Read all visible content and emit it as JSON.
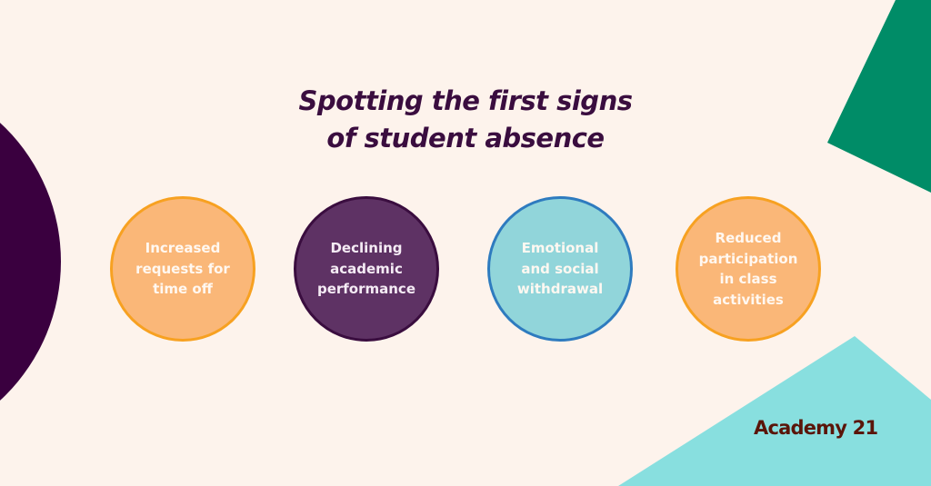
{
  "title": {
    "line1": "Spotting the first signs",
    "line2": "of student absence"
  },
  "signs": [
    {
      "lines": [
        "Increased",
        "requests for",
        "time off"
      ],
      "style": "orange"
    },
    {
      "lines": [
        "Declining",
        "academic",
        "performance"
      ],
      "style": "purple"
    },
    {
      "lines": [
        "Emotional",
        "and social",
        "withdrawal"
      ],
      "style": "teal"
    },
    {
      "lines": [
        "Reduced",
        "participation",
        "in class",
        "activities"
      ],
      "style": "orange"
    }
  ],
  "logo": {
    "text": "Academy 21"
  },
  "colors": {
    "background": "#fdf3ec",
    "title": "#3a0d3f",
    "orange_fill": "#fab778",
    "orange_border": "#f7a121",
    "purple_fill": "#5e3264",
    "purple_border": "#3a0d3f",
    "teal_fill": "#91d5da",
    "teal_border": "#2e7bbf",
    "deco_dark_purple": "#3a003f",
    "deco_green": "#008c67",
    "deco_teal": "#88dfdf",
    "logo": "#5a1509"
  }
}
